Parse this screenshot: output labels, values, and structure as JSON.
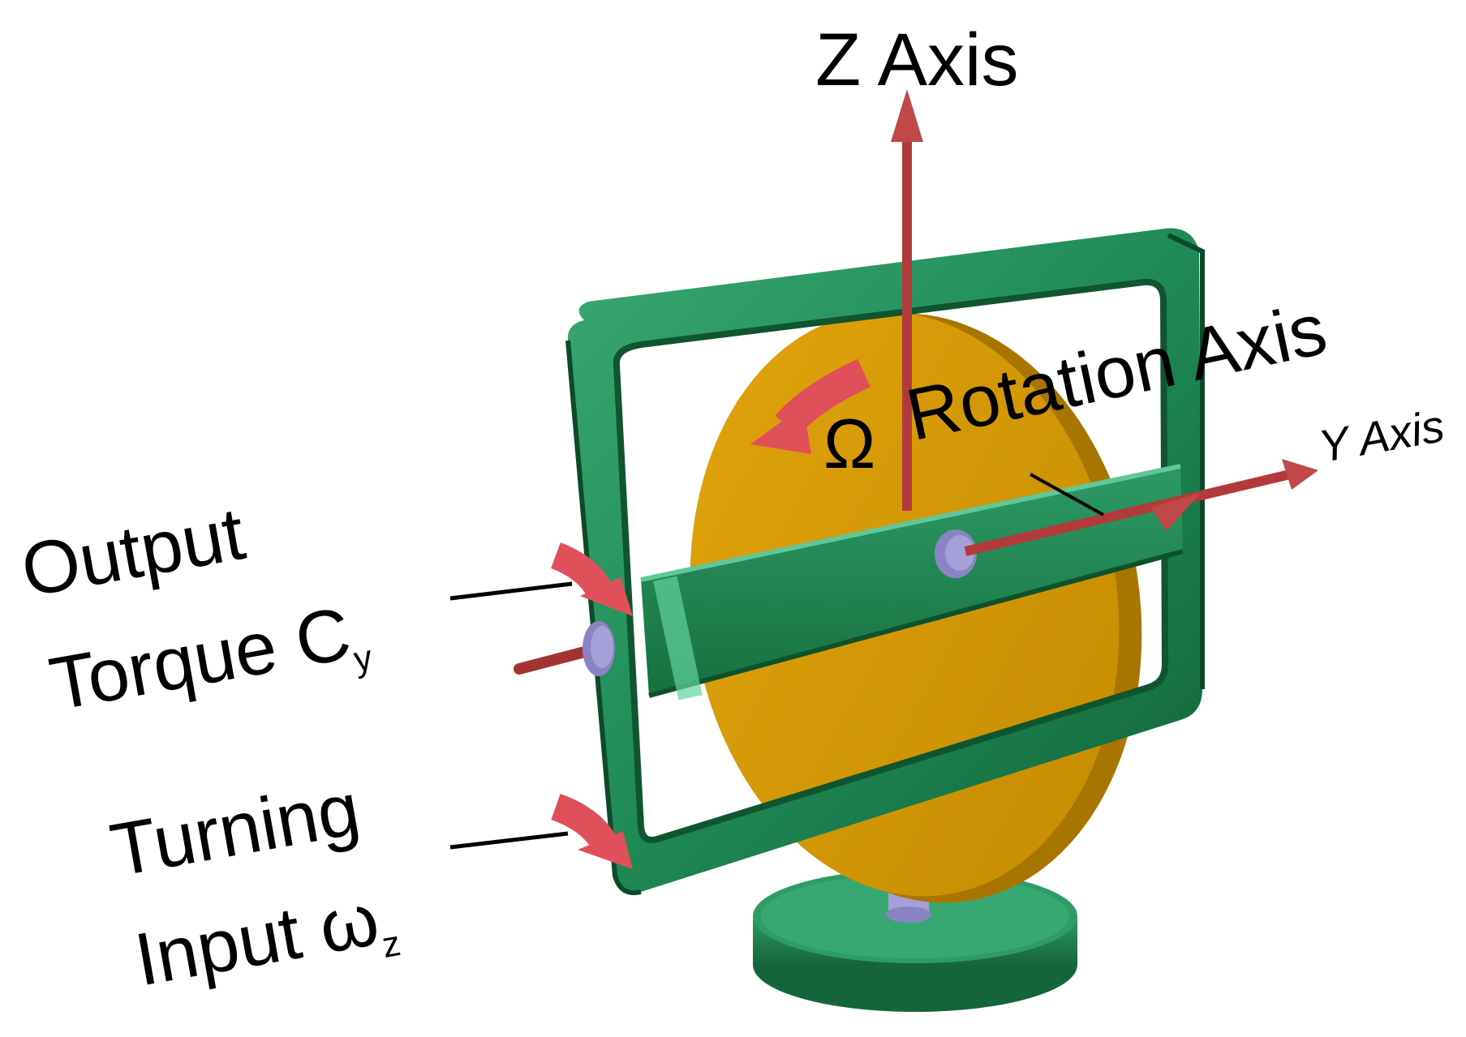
{
  "labels": {
    "z_axis": "Z Axis",
    "y_axis": "Y Axis",
    "omega": "Ω",
    "rotation_axis": "Rotation Axis",
    "output_line1": "Output",
    "output_line2": "Torque",
    "output_symbol": "C",
    "output_sub": "y",
    "turning_line1": "Turning",
    "turning_line2": "Input",
    "turning_symbol": "ω",
    "turning_sub": "z"
  },
  "colors": {
    "frame": "#1f8a57",
    "frame_dark": "#146b41",
    "frame_light": "#5fc79a",
    "rotor": "#d69a00",
    "rotor_edge": "#a87600",
    "axis": "#b33a3a",
    "arrow": "#e0505a",
    "pin": "#a6a0d8"
  }
}
